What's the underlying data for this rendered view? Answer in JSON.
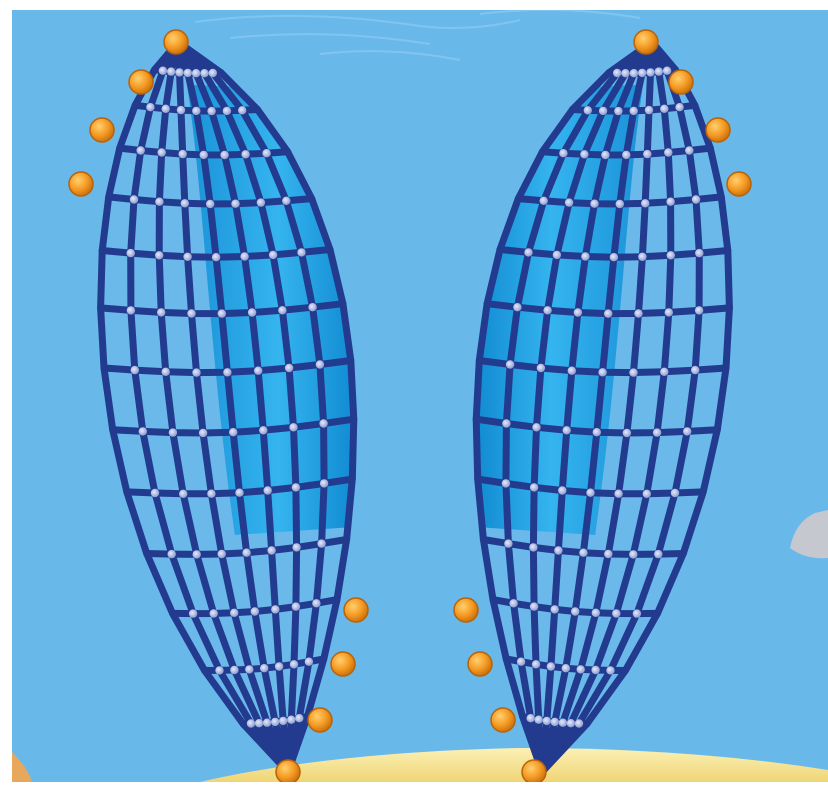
{
  "scene": {
    "background_color": "#69b8ea",
    "sand_color": "#f3df8c",
    "rock_color": "#c5c8cf",
    "net_mesh_color": "#233b8f",
    "net_inner_color": "#1d9bde",
    "node_color": "#9fb0de",
    "float_color": "#f49a25"
  },
  "nets": [
    {
      "name": "left-net",
      "floats": 8
    },
    {
      "name": "right-net",
      "floats": 8
    }
  ]
}
